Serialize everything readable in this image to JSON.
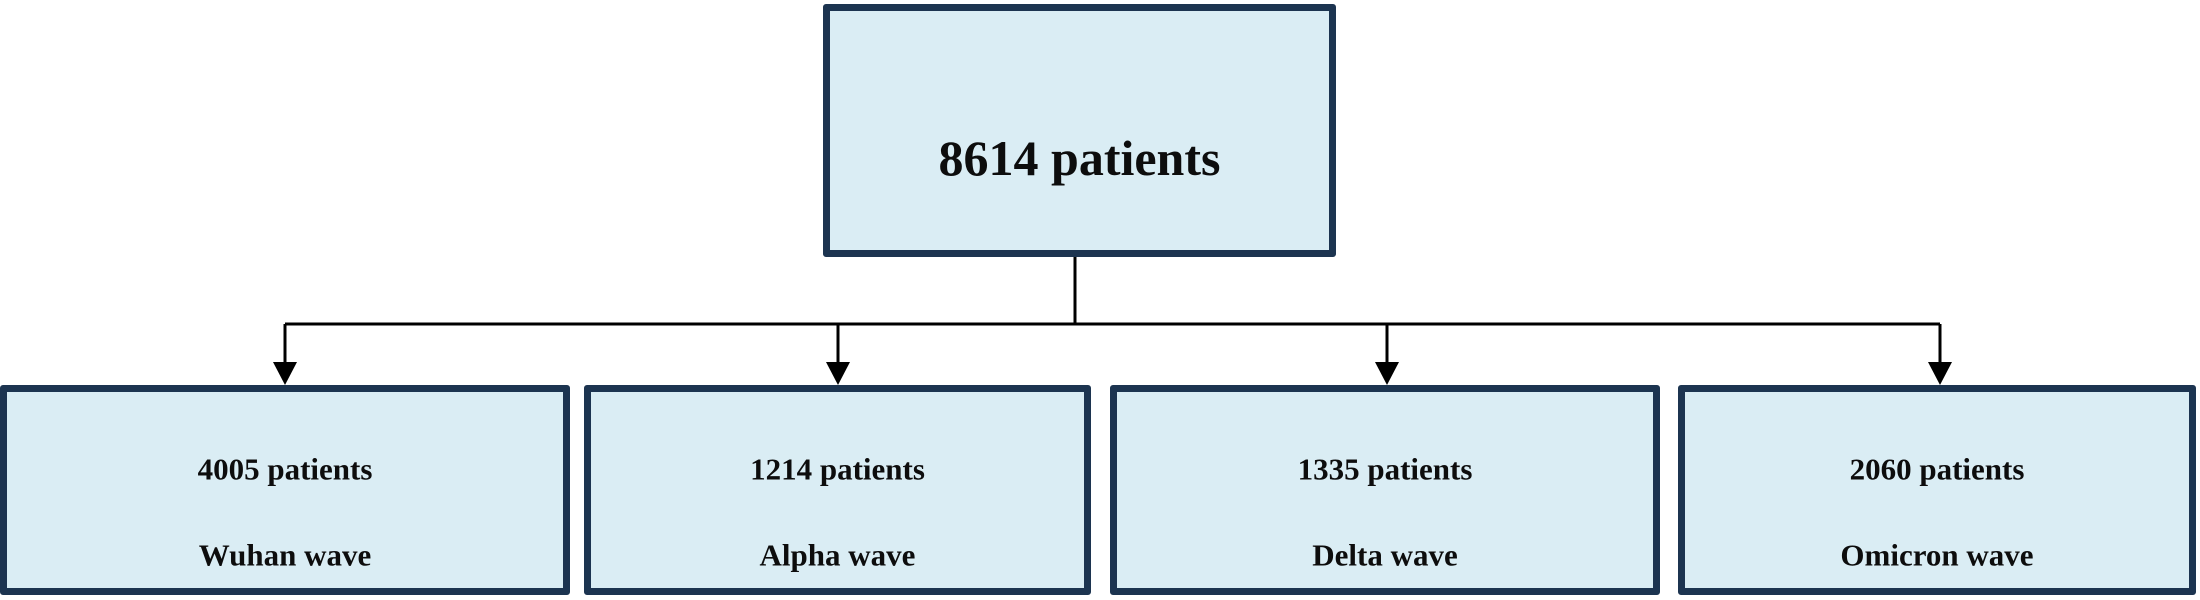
{
  "root": {
    "label": "8614 patients"
  },
  "children": [
    {
      "count": "4005 patients",
      "wave": "Wuhan wave"
    },
    {
      "count": "1214 patients",
      "wave": "Alpha wave"
    },
    {
      "count": "1335 patients",
      "wave": "Delta wave"
    },
    {
      "count": "2060 patients",
      "wave": "Omicron wave"
    }
  ],
  "colors": {
    "box_fill": "#daedf4",
    "box_border": "#1c3450",
    "connector": "#000000",
    "text": "#0d0d0d"
  }
}
